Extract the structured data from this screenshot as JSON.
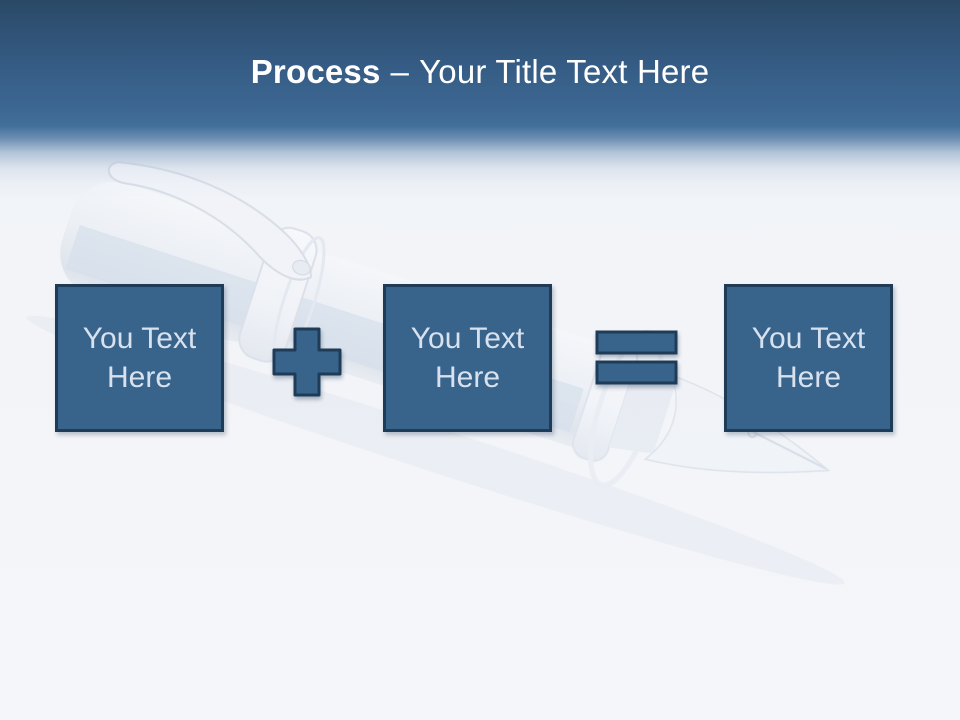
{
  "slide": {
    "title": {
      "emphasis": "Process",
      "separator": "–",
      "text": "Your Title Text Here"
    },
    "boxes": [
      {
        "line1": "You Text",
        "line2": "Here"
      },
      {
        "line1": "You Text",
        "line2": "Here"
      },
      {
        "line1": "You Text",
        "line2": "Here"
      }
    ],
    "operators": [
      {
        "name": "plus-icon",
        "symbol": "+"
      },
      {
        "name": "equals-icon",
        "symbol": "="
      }
    ],
    "background_image": "fountain-pen",
    "colors": {
      "header_top": "#2A4966",
      "header_bottom": "#416E9A",
      "box_fill": "#38638B",
      "box_border": "#1E3C58",
      "box_text": "#D8E2EF",
      "title_text": "#FFFFFF"
    }
  }
}
